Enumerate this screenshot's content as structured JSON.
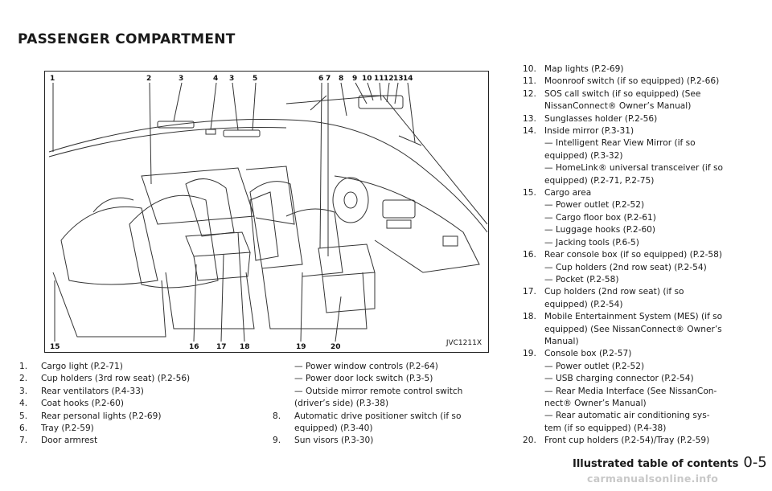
{
  "page": {
    "title": "PASSENGER COMPARTMENT",
    "footer_label": "Illustrated table of contents",
    "footer_page": "0-5",
    "watermark": "carmanualsonline.info"
  },
  "figure": {
    "code": "JVC1211X",
    "top_labels": [
      "1",
      "2",
      "3",
      "4",
      "3",
      "5",
      "6",
      "7",
      "8",
      "9",
      "10",
      "11",
      "12",
      "13",
      "14"
    ],
    "bottom_labels": [
      "15",
      "16",
      "17",
      "18",
      "19",
      "20"
    ]
  },
  "col_left": [
    {
      "n": "1.",
      "t": "Cargo light (P.2-71)"
    },
    {
      "n": "2.",
      "t": "Cup holders (3rd row seat) (P.2-56)"
    },
    {
      "n": "3.",
      "t": "Rear ventilators (P.4-33)"
    },
    {
      "n": "4.",
      "t": "Coat hooks (P.2-60)"
    },
    {
      "n": "5.",
      "t": "Rear personal lights (P.2-69)"
    },
    {
      "n": "6.",
      "t": "Tray (P.2-59)"
    },
    {
      "n": "7.",
      "t": "Door armrest"
    }
  ],
  "col_mid_subs": [
    "— Power window controls (P.2-64)",
    "— Power door lock switch (P.3-5)",
    "— Outside mirror remote control switch",
    "(driver’s side) (P.3-38)"
  ],
  "col_mid_items": [
    {
      "n": "8.",
      "l1": "Automatic drive positioner switch (if so",
      "l2": "equipped) (P.3-40)"
    },
    {
      "n": "9.",
      "l1": "Sun visors (P.3-30)",
      "l2": ""
    }
  ],
  "col_right": [
    {
      "n": "10.",
      "lines": [
        "Map lights (P.2-69)"
      ]
    },
    {
      "n": "11.",
      "lines": [
        "Moonroof switch (if so equipped) (P.2-66)"
      ]
    },
    {
      "n": "12.",
      "lines": [
        "SOS call switch (if so equipped) (See",
        "NissanConnect® Owner’s Manual)"
      ]
    },
    {
      "n": "13.",
      "lines": [
        "Sunglasses holder (P.2-56)"
      ]
    },
    {
      "n": "14.",
      "lines": [
        "Inside mirror (P.3-31)",
        "— Intelligent Rear View Mirror (if so",
        "equipped) (P.3-32)",
        "— HomeLink® universal transceiver (if so",
        "equipped) (P.2-71, P.2-75)"
      ]
    },
    {
      "n": "15.",
      "lines": [
        "Cargo area",
        "— Power outlet (P.2-52)",
        "— Cargo floor box (P.2-61)",
        "— Luggage hooks (P.2-60)",
        "— Jacking tools (P.6-5)"
      ]
    },
    {
      "n": "16.",
      "lines": [
        "Rear console box (if so equipped) (P.2-58)",
        "— Cup holders (2nd row seat) (P.2-54)",
        "— Pocket (P.2-58)"
      ]
    },
    {
      "n": "17.",
      "lines": [
        "Cup holders (2nd row seat) (if so",
        "equipped) (P.2-54)"
      ]
    },
    {
      "n": "18.",
      "lines": [
        "Mobile Entertainment System (MES) (if so",
        "equipped) (See NissanConnect® Owner’s",
        "Manual)"
      ]
    },
    {
      "n": "19.",
      "lines": [
        "Console box (P.2-57)",
        "— Power outlet (P.2-52)",
        "— USB charging connector (P.2-54)",
        "— Rear Media Interface (See NissanCon-",
        "nect® Owner’s Manual)",
        "— Rear automatic air conditioning sys-",
        "tem (if so equipped) (P.4-38)"
      ]
    },
    {
      "n": "20.",
      "lines": [
        "Front cup holders (P.2-54)/Tray (P.2-59)"
      ]
    }
  ]
}
